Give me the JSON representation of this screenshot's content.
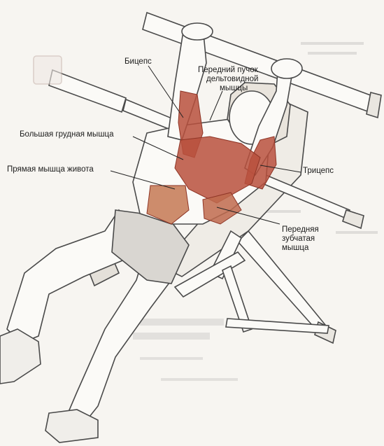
{
  "labels": {
    "biceps": "Бицепс",
    "anterior_deltoid": [
      "Передний пучок",
      "дельтовидной",
      "мышцы"
    ],
    "pectoralis_major": "Большая грудная мышца",
    "rectus_abdominis": "Прямая мышца живота",
    "triceps": "Трицепс",
    "serratus_anterior": [
      "Передняя",
      "зубчатая",
      "мышца"
    ]
  },
  "colors": {
    "muscle": "#b8503d",
    "muscle_dark": "#8e3526",
    "line": "#4a4a4a",
    "paper": "#f7f5f1",
    "skin": "#fbfaf7"
  }
}
